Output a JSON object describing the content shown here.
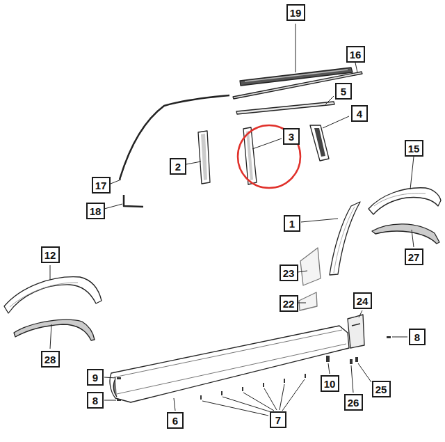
{
  "diagram": {
    "nodes": [
      {
        "text": [
          "19"
        ]
      },
      {
        "text": [
          "16"
        ]
      },
      {
        "text": [
          "5"
        ]
      },
      {
        "text": [
          "4"
        ]
      },
      {
        "text": [
          "3"
        ]
      },
      {
        "text": [
          "2"
        ]
      },
      {
        "text": [
          "15"
        ]
      },
      {
        "text": [
          "17"
        ]
      },
      {
        "text": [
          "18"
        ]
      },
      {
        "text": [
          "1"
        ]
      },
      {
        "text": [
          "12"
        ]
      },
      {
        "text": [
          "27"
        ]
      },
      {
        "text": [
          "23"
        ]
      },
      {
        "text": [
          "24"
        ]
      },
      {
        "text": [
          "22"
        ]
      },
      {
        "text": [
          "8"
        ]
      },
      {
        "text": [
          "28"
        ]
      },
      {
        "text": [
          "9"
        ]
      },
      {
        "text": [
          "10"
        ]
      },
      {
        "text": [
          "25"
        ]
      },
      {
        "text": [
          "8"
        ]
      },
      {
        "text": [
          "26"
        ]
      },
      {
        "text": [
          "6"
        ]
      },
      {
        "text": [
          "7"
        ]
      }
    ]
  }
}
